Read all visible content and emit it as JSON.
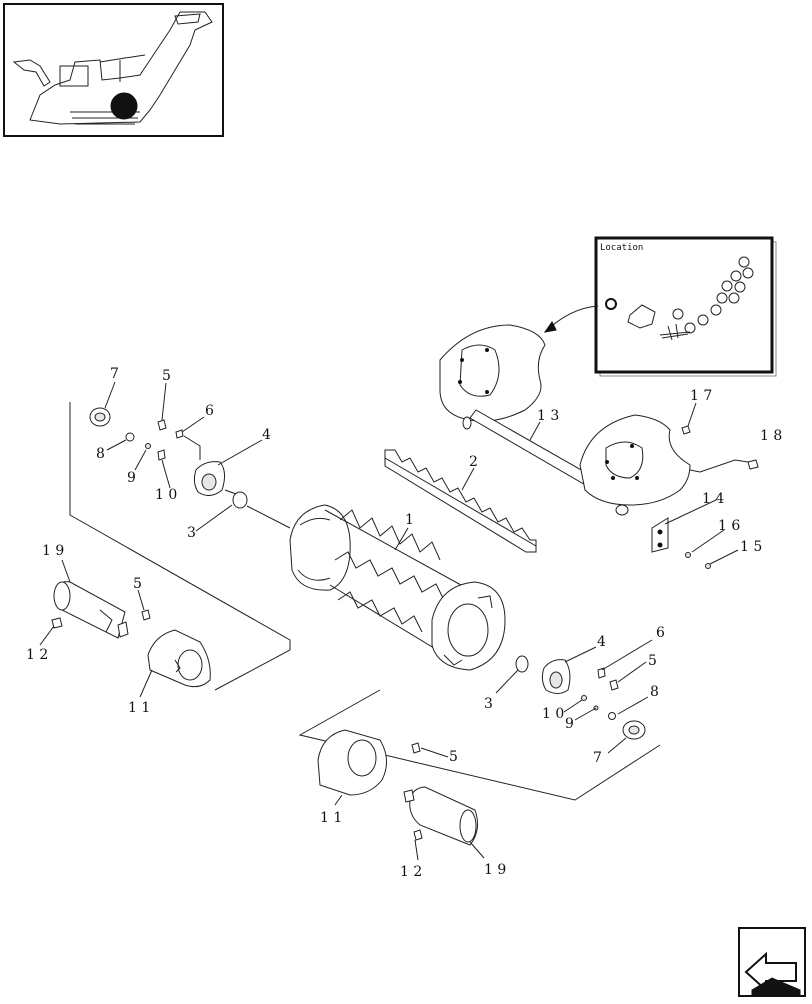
{
  "location_panel": {
    "title": "Location"
  },
  "callouts": [
    {
      "id": "c1",
      "text": "1"
    },
    {
      "id": "c2",
      "text": "2"
    },
    {
      "id": "c13",
      "text": "1 3"
    },
    {
      "id": "c17",
      "text": "1 7"
    },
    {
      "id": "c18",
      "text": "1 8"
    },
    {
      "id": "c14",
      "text": "1 4"
    },
    {
      "id": "c16",
      "text": "1 6"
    },
    {
      "id": "c15",
      "text": "1 5"
    },
    {
      "id": "c7a",
      "text": "7"
    },
    {
      "id": "c5a",
      "text": "5"
    },
    {
      "id": "c6a",
      "text": "6"
    },
    {
      "id": "c4a",
      "text": "4"
    },
    {
      "id": "c8a",
      "text": "8"
    },
    {
      "id": "c9a",
      "text": "9"
    },
    {
      "id": "c10a",
      "text": "1 0"
    },
    {
      "id": "c3a",
      "text": "3"
    },
    {
      "id": "c19a",
      "text": "1 9"
    },
    {
      "id": "c5b",
      "text": "5"
    },
    {
      "id": "c12a",
      "text": "1 2"
    },
    {
      "id": "c11a",
      "text": "1 1"
    },
    {
      "id": "c4b",
      "text": "4"
    },
    {
      "id": "c6b",
      "text": "6"
    },
    {
      "id": "c5c",
      "text": "5"
    },
    {
      "id": "c3b",
      "text": "3"
    },
    {
      "id": "c10b",
      "text": "1 0"
    },
    {
      "id": "c9b",
      "text": "9"
    },
    {
      "id": "c8b",
      "text": "8"
    },
    {
      "id": "c7b",
      "text": "7"
    },
    {
      "id": "c5d",
      "text": "5"
    },
    {
      "id": "c11b",
      "text": "1 1"
    },
    {
      "id": "c12b",
      "text": "1 2"
    },
    {
      "id": "c19b",
      "text": "1 9"
    }
  ],
  "icons": [
    "harvester-thumbnail-icon",
    "location-marker-icon",
    "next-page-arrow-icon"
  ]
}
